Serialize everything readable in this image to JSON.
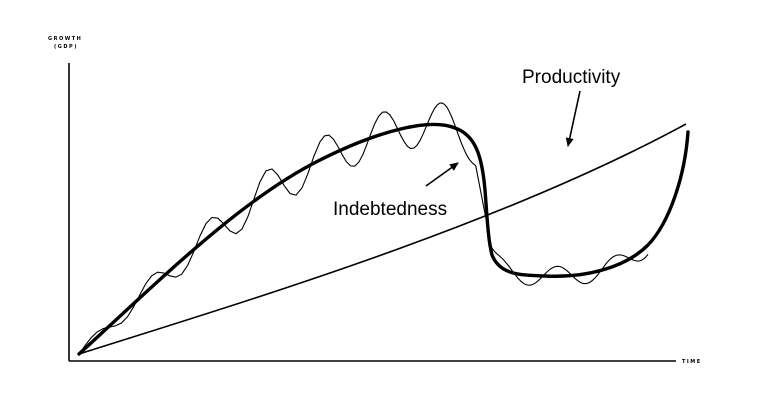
{
  "axes": {
    "y_label_line1": "GROWTH",
    "y_label_line2": "(GDP)",
    "x_label": "TIME"
  },
  "labels": {
    "productivity": "Productivity",
    "indebtedness": "Indebtedness"
  },
  "colors": {
    "ink": "#000000",
    "background": "#ffffff"
  }
}
